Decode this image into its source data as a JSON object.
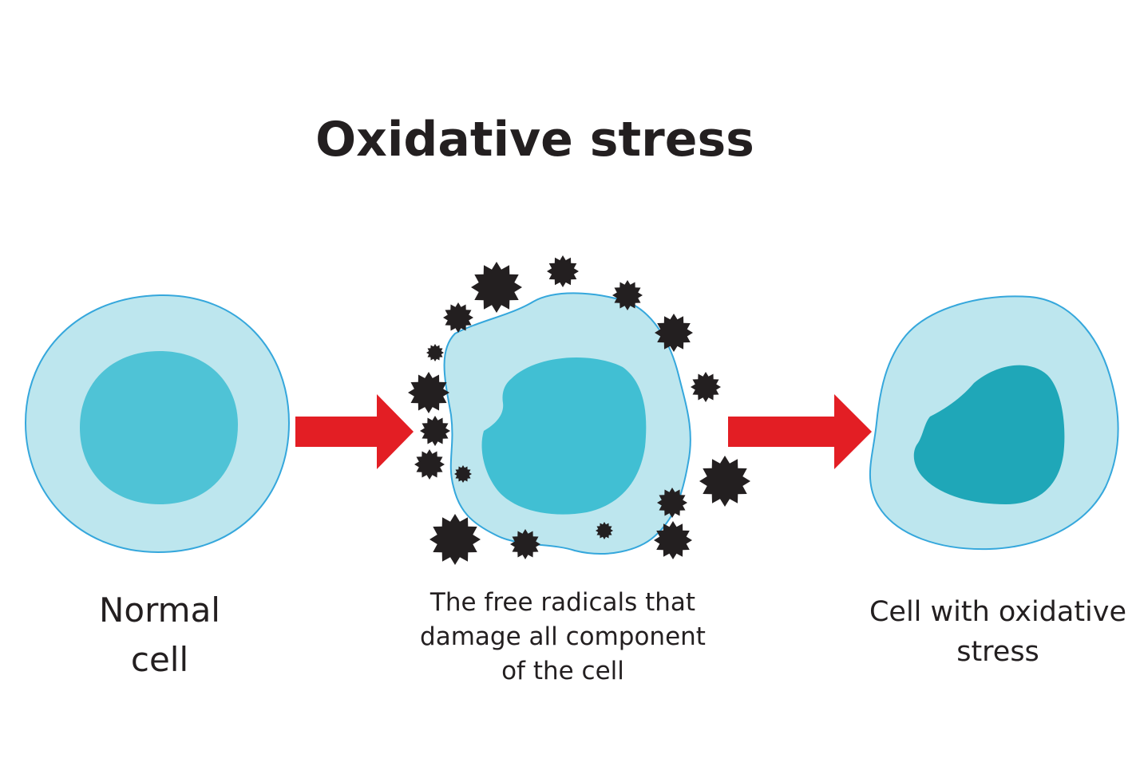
{
  "title": "Oxidative stress",
  "stages": [
    {
      "lines": [
        "Normal",
        "cell"
      ]
    },
    {
      "lines": [
        "The free radicals that",
        "damage all component",
        "of the cell"
      ]
    },
    {
      "lines": [
        "Cell with oxidative",
        "stress"
      ]
    }
  ],
  "colors": {
    "cytoplasm": "#bde6ee",
    "membrane": "#35a7dc",
    "nucleus_normal": "#4fc3d6",
    "nucleus_damaged": "#41bfd3",
    "nucleus_stressed": "#1fa7b8",
    "arrow": "#e31e24",
    "radical": "#231f20",
    "text": "#231f20"
  }
}
